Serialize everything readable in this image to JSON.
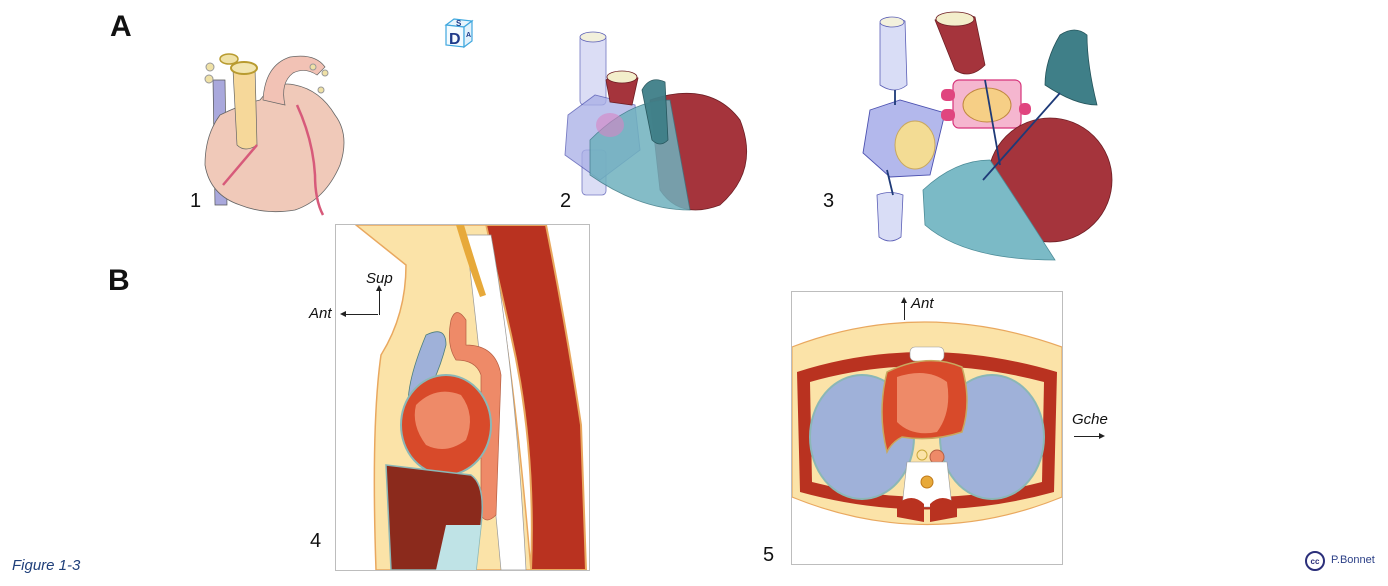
{
  "panels": {
    "a": {
      "letter": "A"
    },
    "b": {
      "letter": "B"
    }
  },
  "views": [
    {
      "number": "1"
    },
    {
      "number": "2"
    },
    {
      "number": "3"
    },
    {
      "number": "4"
    },
    {
      "number": "5"
    }
  ],
  "orientation": {
    "sagittal": {
      "superior": "Sup",
      "anterior": "Ant"
    },
    "axial": {
      "anterior": "Ant",
      "left": "Gche"
    }
  },
  "cube_logo": {
    "letters": [
      "S",
      "D",
      "A"
    ]
  },
  "footer": {
    "figure_label": "Figure 1-3",
    "license_icon": "cc",
    "author": "P.Bonnet"
  },
  "colors": {
    "heart_pink": "#efc2b2",
    "vein_blue": "#b9bde8",
    "artery_red": "#a5343c",
    "pulmonary_teal": "#3f7f88",
    "ventricle_teal": "#7bbac6",
    "atrium_pink": "#e8508a",
    "fat_yellow": "#fbe3a8",
    "lung_blue": "#9fb1d9",
    "muscle_red": "#b93220",
    "myocardium": "#ee8a68",
    "liver": "#8b2a1c",
    "text_navy": "#1f3f7a"
  }
}
